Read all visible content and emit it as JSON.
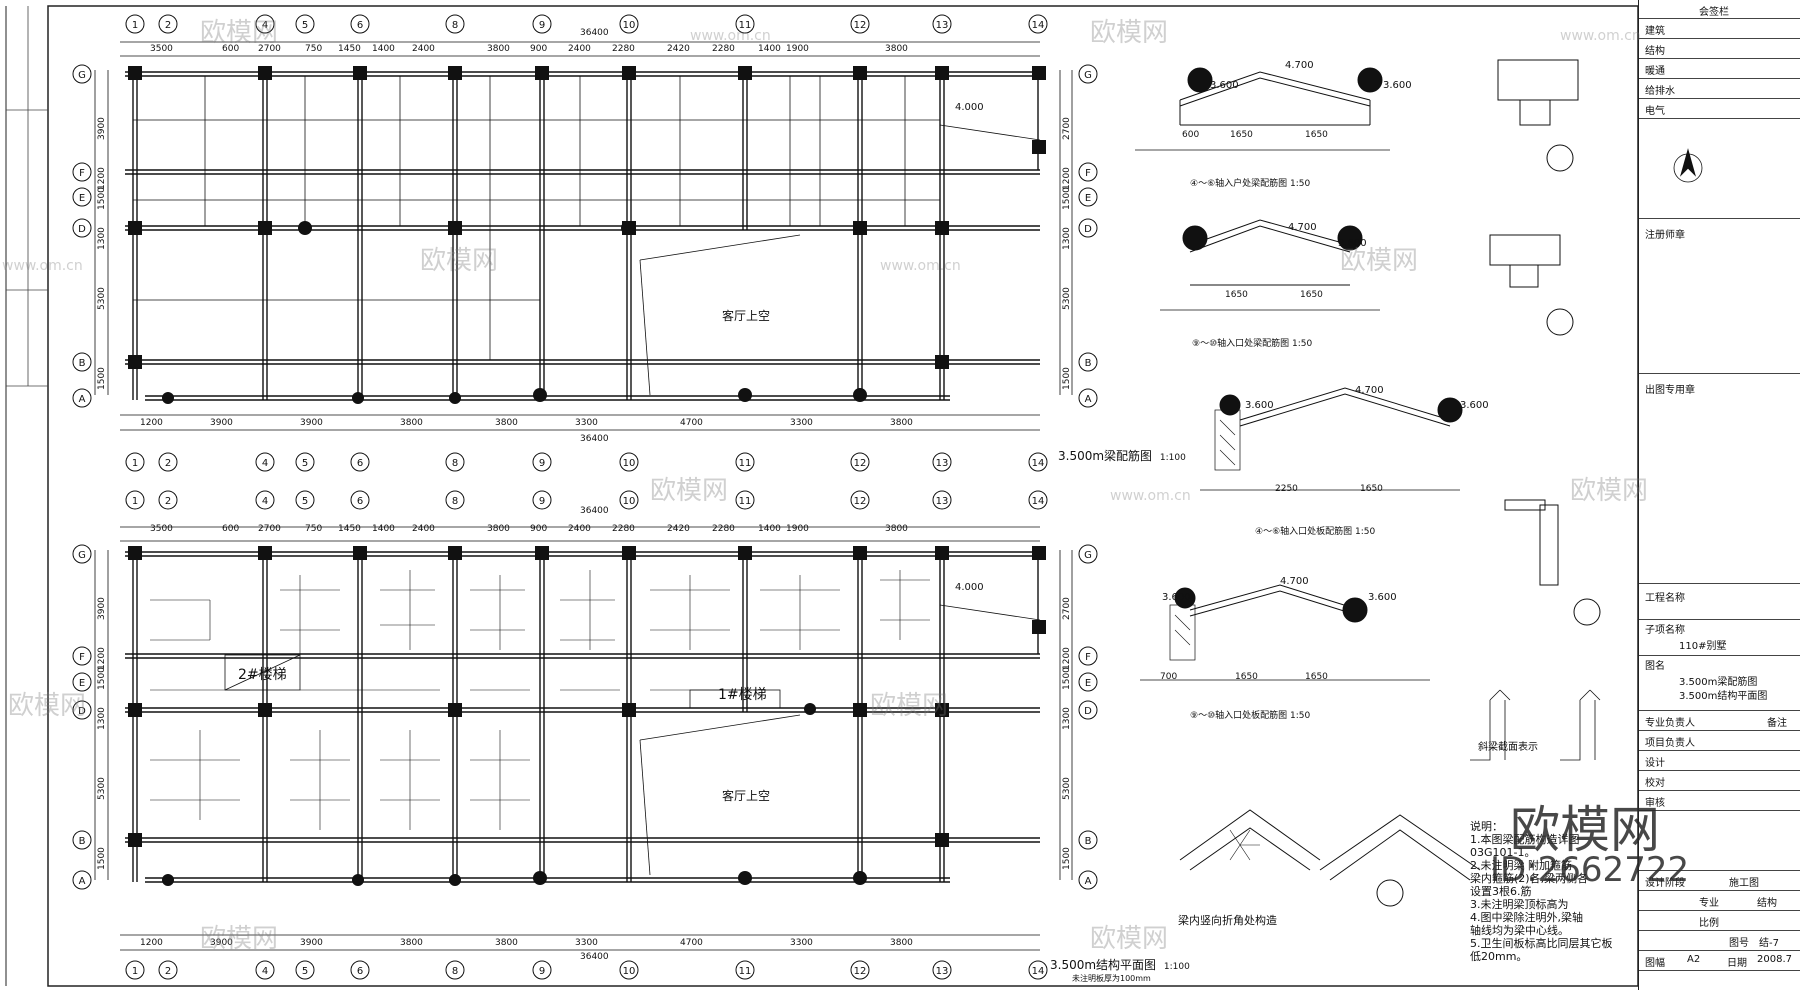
{
  "drawings": {
    "top_title": "3.500m梁配筋图",
    "top_scale": "1:100",
    "bottom_title": "3.500m结构平面图",
    "bottom_scale": "1:100",
    "bottom_note": "未注明板厚为100mm",
    "void_label": "客厅上空",
    "stair1": "1#楼梯",
    "stair2": "2#楼梯",
    "total_dim": "36400"
  },
  "axes": {
    "columns": [
      "1",
      "2",
      "4",
      "5",
      "6",
      "8",
      "9",
      "10",
      "11",
      "12",
      "13",
      "14"
    ],
    "rows": [
      "G",
      "F",
      "E",
      "D",
      "B",
      "A"
    ],
    "top_dims": [
      "3500",
      "600",
      "2700",
      "750",
      "1450",
      "1400",
      "2400",
      "3800",
      "900",
      "2400",
      "2280",
      "2420",
      "2280",
      "1400",
      "1900",
      "3800"
    ],
    "bottom_dims": [
      "1200",
      "3900",
      "3900",
      "3800",
      "3800",
      "3300",
      "4700",
      "3300",
      "3800"
    ],
    "left_dims": [
      "3900",
      "1200",
      "1500",
      "1300",
      "5300",
      "1500"
    ],
    "right_dims": [
      "2700",
      "1200",
      "1500",
      "1300",
      "5300",
      "1500"
    ]
  },
  "details": {
    "d1_caption": "④～⑥轴入户处梁配筋图 1:50",
    "d2_caption": "⑨～⑩轴入口处梁配筋图 1:50",
    "d3_caption": "④～⑥轴入口处板配筋图 1:50",
    "d4_caption": "⑨～⑩轴入口处板配筋图 1:50",
    "d5_caption": "梁内竖向折角处构造",
    "d6_caption": "斜梁截面表示",
    "level_4700": "4.700",
    "level_3600": "3.600",
    "level_4000": "4.000",
    "dims_1650": "1650",
    "dims_600": "600",
    "dims_2250": "2250",
    "dims_700": "700"
  },
  "notes": {
    "title": "说明：",
    "lines": [
      "1.本图梁配筋构造详图",
      "03G101-1。",
      "2.未注明梁 附加箍筋",
      "梁内箍筋(2)各,梁两侧各",
      "设置3根6.筋",
      "3.未注明梁顶标高为",
      "4.图中梁除注明外,梁轴",
      "轴线均为梁中心线。",
      "5.卫生间板标高比同层其它板",
      "低20mm。"
    ]
  },
  "title_block": {
    "countersign": "会签栏",
    "rows": [
      "建筑",
      "结构",
      "暖通",
      "给排水",
      "电气"
    ],
    "note_label": "注册师章",
    "stamp_label": "出图专用章",
    "project_label": "工程名称",
    "subproject_label": "子项名称",
    "subproject_value": "110#别墅",
    "drawing_name_label": "图名",
    "drawing_names": [
      "3.500m梁配筋图",
      "3.500m结构平面图"
    ],
    "roles": [
      "专业负责人",
      "项目负责人",
      "设计",
      "校对",
      "审核"
    ],
    "remark": "备注",
    "stage_label": "设计阶段",
    "stage_value": "施工图",
    "discipline_label": "专业",
    "discipline_value": "结构",
    "scale_label": "比例",
    "number_label": "图号",
    "number_value": "结-7",
    "sheet_label": "图幅",
    "sheet_value": "A2",
    "date_label": "日期",
    "date_value": "2008.7"
  },
  "watermark": {
    "brand": "欧模网",
    "site": "www.om.cn",
    "id": "ID:2662722"
  }
}
